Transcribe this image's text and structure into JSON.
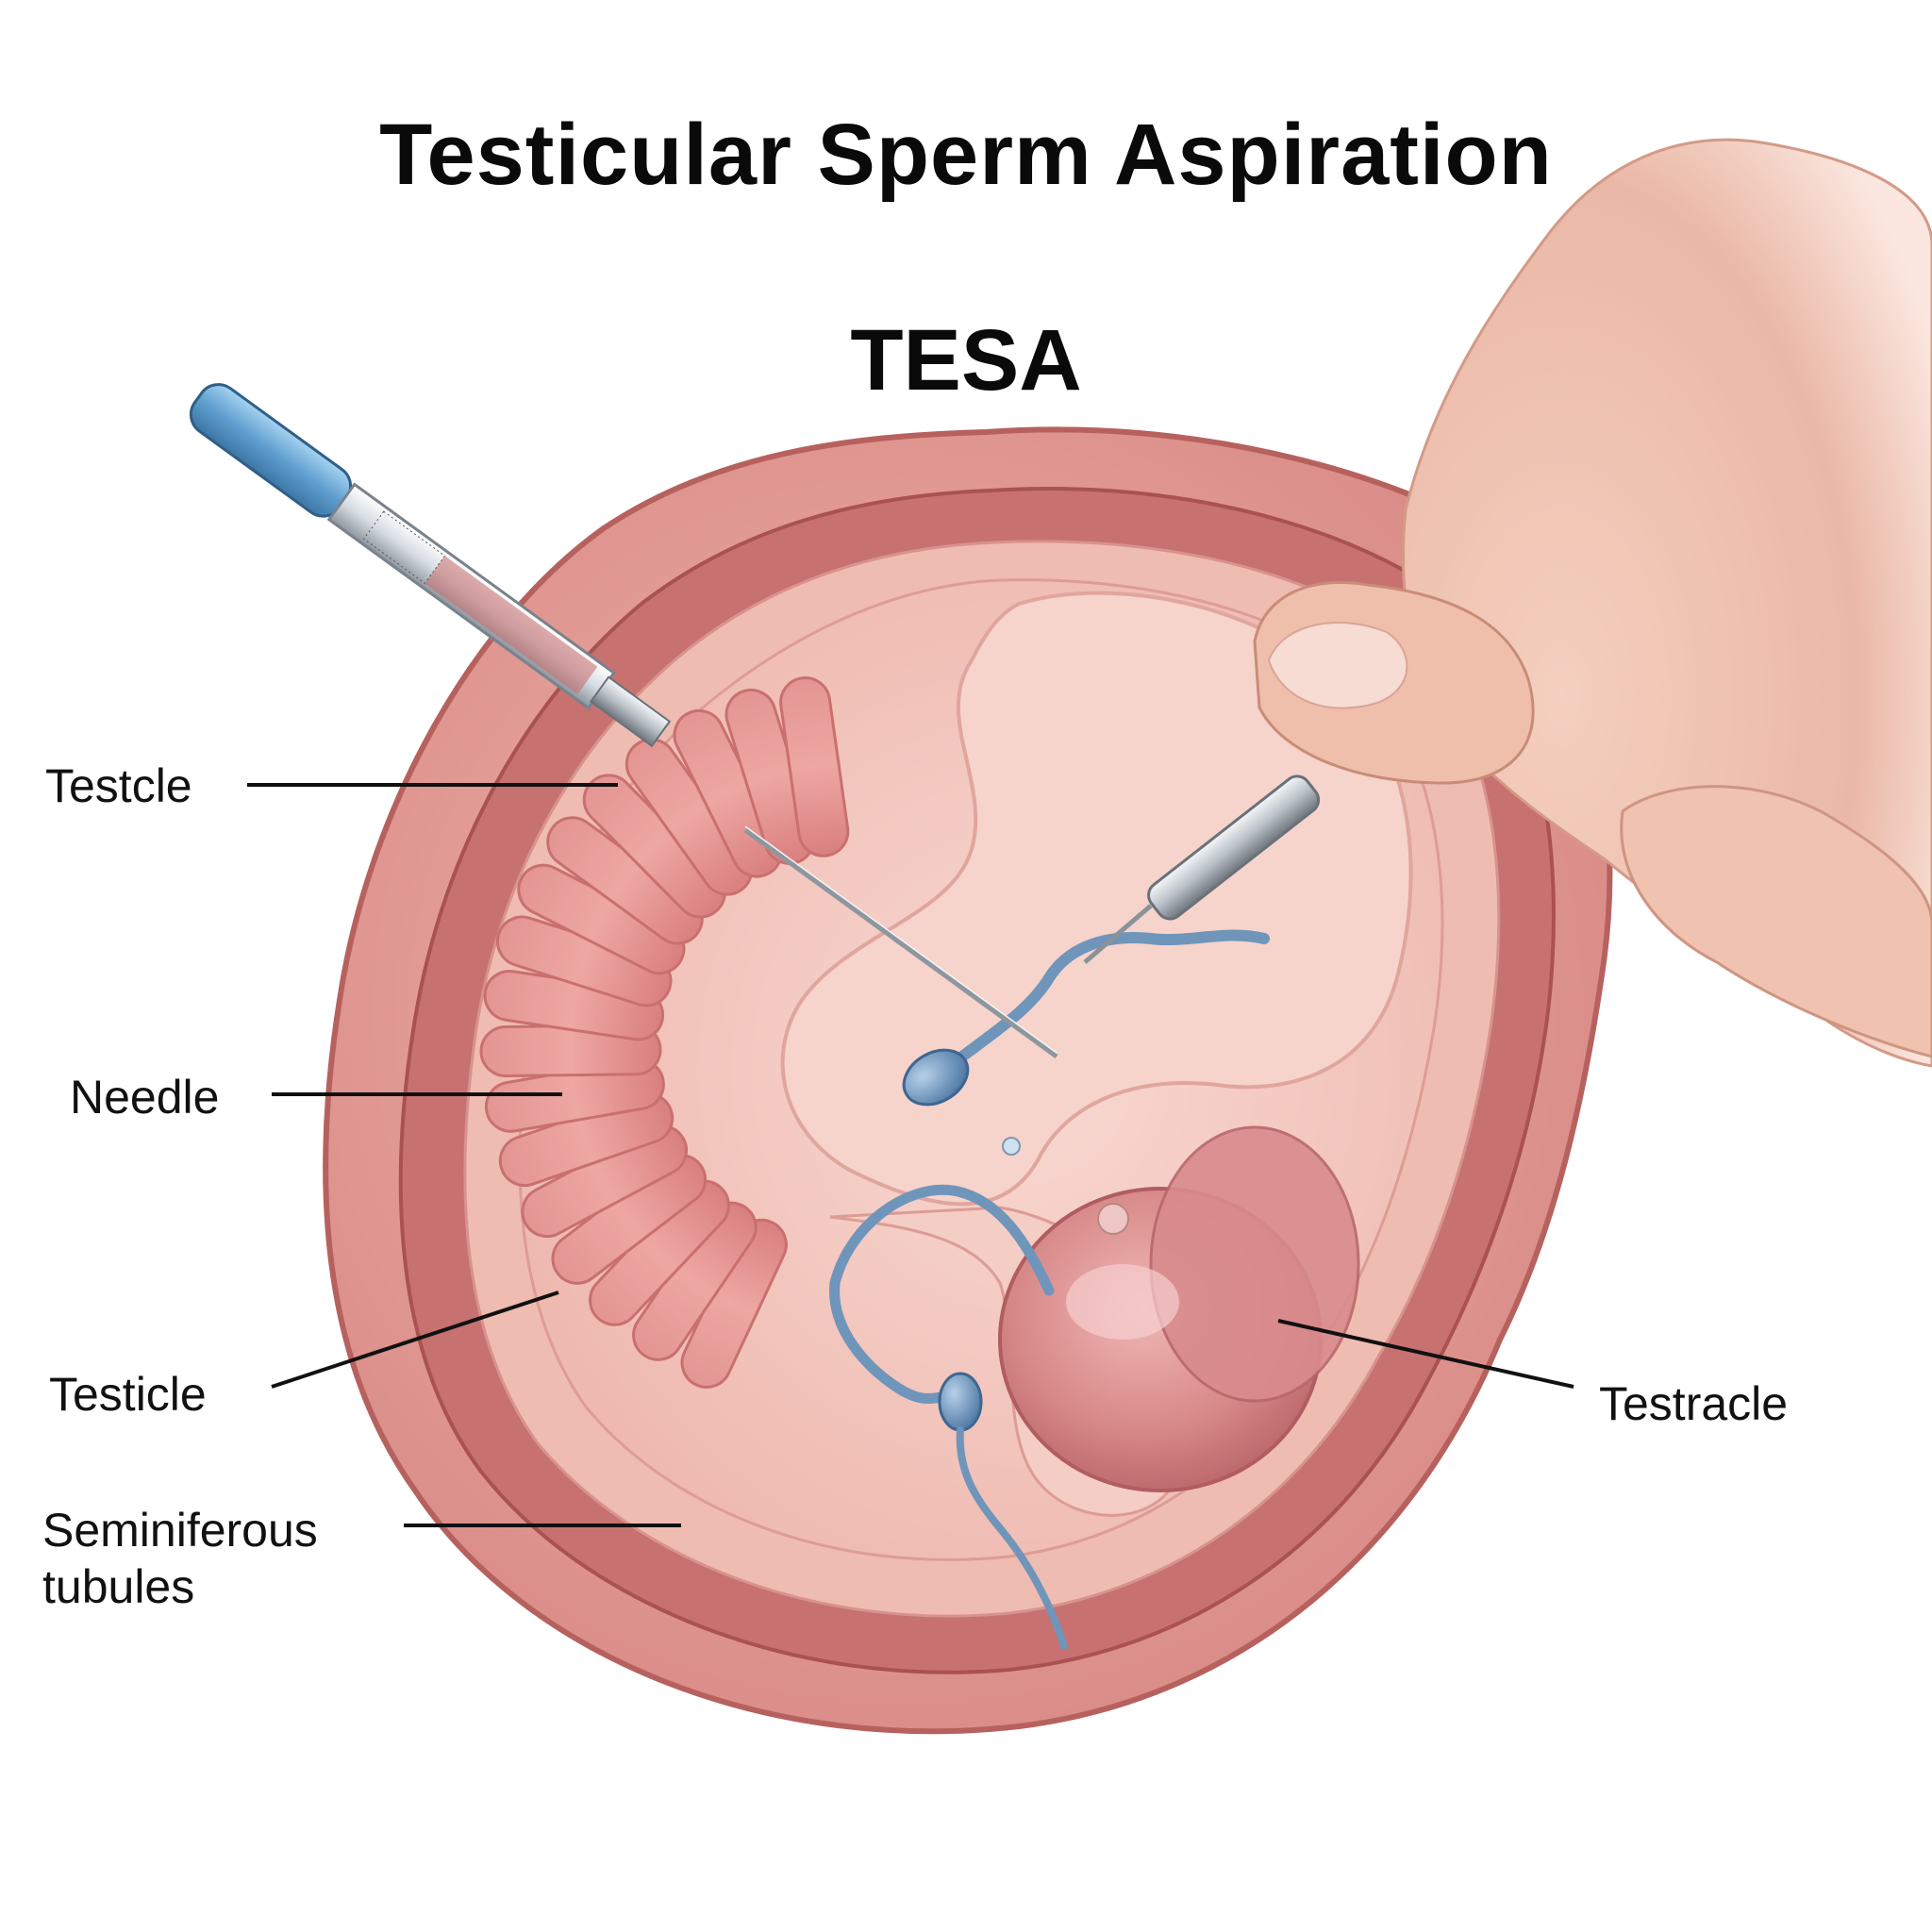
{
  "title": "Testicular Sperm Aspiration",
  "subtitle": "TESA",
  "labels": {
    "testcle": "Testcle",
    "needle": "Needle",
    "testicle": "Testicle",
    "seminiferous": "Seminiferous tubules",
    "testracle": "Testracle"
  },
  "colors": {
    "outer_skin": "#d98a86",
    "tunica": "#c06a66",
    "tissue": "#f2c3bb",
    "tubule": "#e79d98",
    "sperm": "#6f95ba",
    "syringe_cap": "#6aaad8",
    "hand": "#f1c6b6"
  }
}
